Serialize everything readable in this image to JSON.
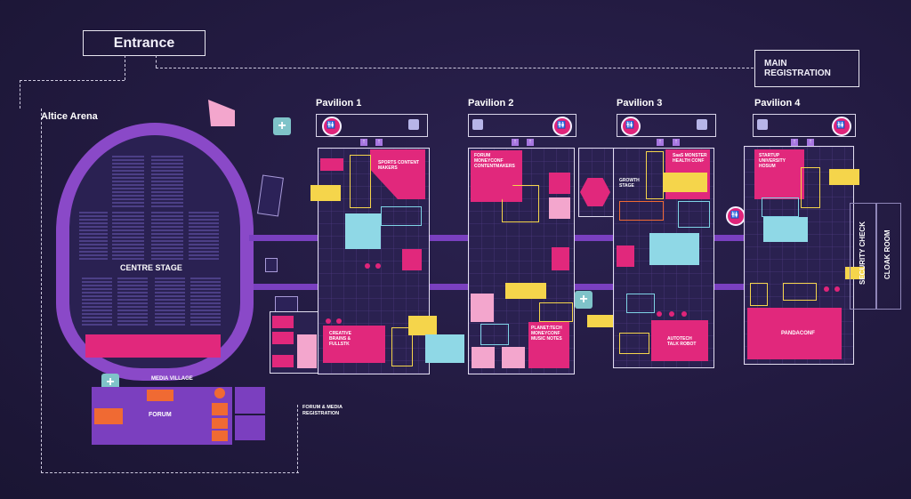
{
  "labels": {
    "entrance": "Entrance",
    "main_registration": "MAIN\nREGISTRATION",
    "altice_arena": "Altice Arena",
    "centre_stage": "CENTRE STAGE",
    "media_village": "MEDIA VILLAGE",
    "forum": "FORUM",
    "forum_media_registration": "FORUM & MEDIA\nREGISTRATION",
    "security_check": "SECURITY CHECK",
    "cloak_room": "CLOAK ROOM"
  },
  "pavilions": [
    {
      "title": "Pavilion 1",
      "stages": [
        "SPORTS CONTENT MAKERS",
        "CREATIVE BRAINS & FULLSTK"
      ]
    },
    {
      "title": "Pavilion 2",
      "stages": [
        "FORUM MONEYCONF CONTENTMAKERS",
        "PLANET:TECH MONEYCONF MUSIC NOTES"
      ]
    },
    {
      "title": "Pavilion 3",
      "stages": [
        "GROWTH STAGE",
        "SaaS MONSTER HEALTH CONF",
        "AUTOTECH TALK ROBOT"
      ]
    },
    {
      "title": "Pavilion 4",
      "stages": [
        "STARTUP UNIVERSITY HOSUM",
        "PANDACONF"
      ]
    }
  ],
  "colors": {
    "background": "#221a40",
    "accent_pink": "#e1287c",
    "accent_purple": "#7b3fbf",
    "note_yellow": "#f5d54b",
    "note_cyan": "#8fd8e6"
  },
  "icons": [
    "first-aid-icon",
    "restroom-icon",
    "arrow-icon"
  ]
}
